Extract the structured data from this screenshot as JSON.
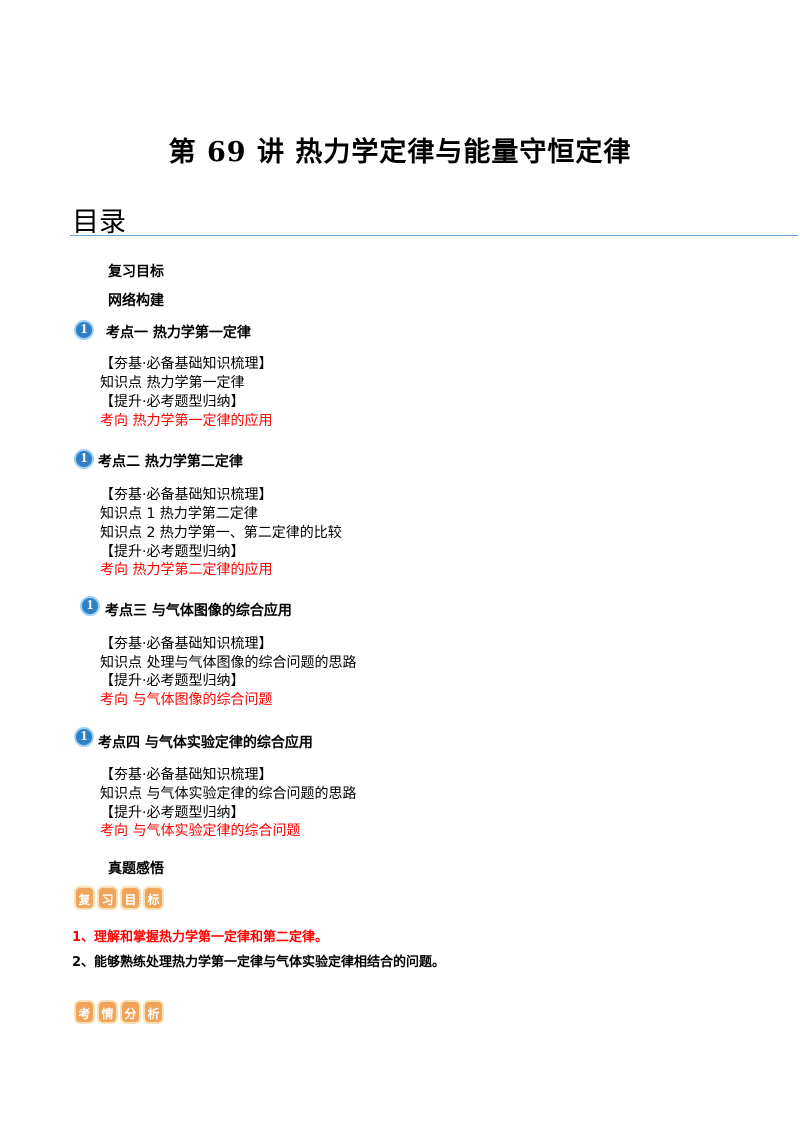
{
  "doc": {
    "title": "第 69 讲  热力学定律与能量守恒定律",
    "toc_heading": "目录"
  },
  "toc": {
    "review_goals": "复习目标",
    "network": "网络构建",
    "badge_glyph": "1",
    "sections": [
      {
        "heading": "考点一    热力学第一定律",
        "lines": [
          "【夯基·必备基础知识梳理】",
          "知识点  热力学第一定律",
          "【提升·必考题型归纳】"
        ],
        "red": "考向  热力学第一定律的应用"
      },
      {
        "heading": "考点二    热力学第二定律",
        "lines": [
          "【夯基·必备基础知识梳理】",
          "知识点 1  热力学第二定律",
          "知识点 2  热力学第一、第二定律的比较",
          "【提升·必考题型归纳】"
        ],
        "red": "考向  热力学第二定律的应用"
      },
      {
        "heading": "考点三    与气体图像的综合应用",
        "lines": [
          "【夯基·必备基础知识梳理】",
          "知识点  处理与气体图像的综合问题的思路",
          "【提升·必考题型归纳】"
        ],
        "red": "考向  与气体图像的综合问题"
      },
      {
        "heading": "考点四    与气体实验定律的综合应用",
        "lines": [
          "【夯基·必备基础知识梳理】",
          "知识点    与气体实验定律的综合问题的思路",
          "【提升·必考题型归纳】"
        ],
        "red": "考向  与气体实验定律的综合问题"
      }
    ],
    "real_questions": "真题感悟"
  },
  "review_tag": [
    "复",
    "习",
    "目",
    "标"
  ],
  "goals": [
    "1、理解和掌握热力学第一定律和第二定律。",
    "2、能够熟练处理热力学第一定律与气体实验定律相结合的问题。"
  ],
  "analysis_tag": [
    "考",
    "情",
    "分",
    "析"
  ],
  "colors": {
    "accent_red": "#ff0000",
    "badge_blue": "#2f7fc4",
    "tag_orange": "#f0a45a",
    "rule_blue": "#6aa3d8"
  }
}
